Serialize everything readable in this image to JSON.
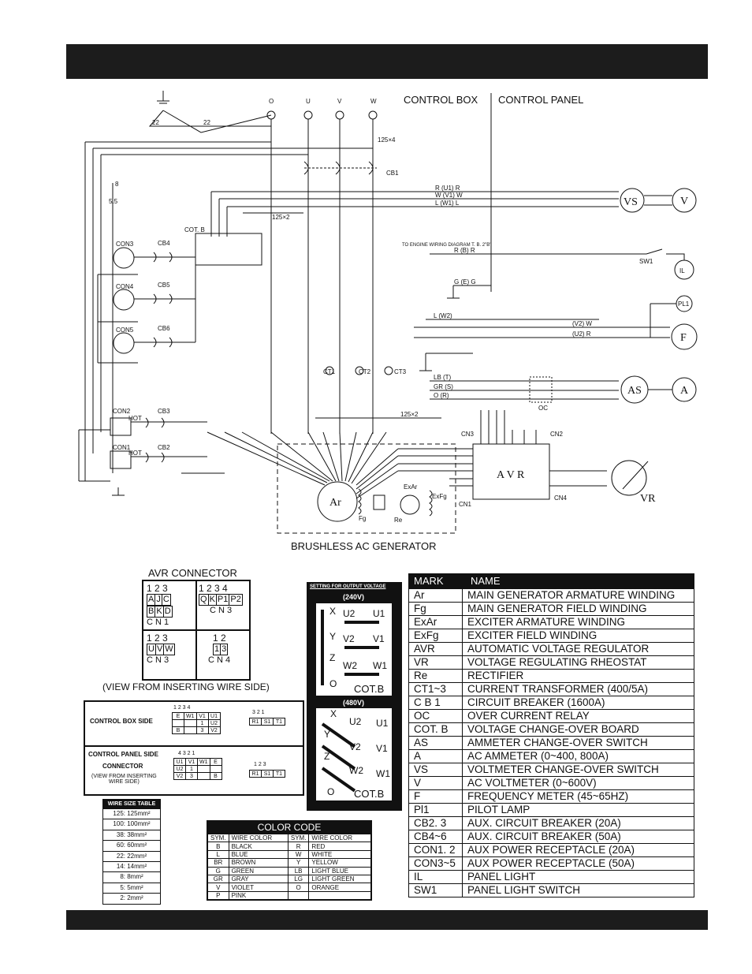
{
  "header": {},
  "diagram": {
    "labels": {
      "control_box": "CONTROL BOX",
      "control_panel": "CONTROL PANEL",
      "brushless": "BRUSHLESS AC GENERATOR",
      "terminal_o": "O",
      "terminal_u": "U",
      "terminal_v": "V",
      "terminal_w": "W",
      "w22a": "22",
      "w22b": "22",
      "w125x4": "125×4",
      "cb1": "CB1",
      "w8": "8",
      "w55": "5.5",
      "w125x2a": "125×2",
      "w125x2b": "125×2",
      "cotb": "COT. B",
      "vs": "VS",
      "v_meter": "V",
      "vr": "VR",
      "ar": "Ar",
      "avr": "A V R",
      "as": "AS",
      "a_meter": "A",
      "f_meter": "F",
      "pl1": "PL1",
      "il": "IL",
      "sw1": "SW1",
      "oc": "OC",
      "ct1": "CT1",
      "ct2": "CT2",
      "ct3": "CT3",
      "con1": "CON1",
      "con2": "CON2",
      "con3": "CON3",
      "con4": "CON4",
      "con5": "CON5",
      "cb2": "CB2",
      "cb3": "CB3",
      "cb4": "CB4",
      "cb5": "CB5",
      "cb6": "CB6",
      "cn1": "CN1",
      "cn2": "CN2",
      "cn3": "CN3",
      "cn4": "CN4",
      "fg": "Fg",
      "re": "Re",
      "exar": "ExAr",
      "exfg": "ExFg",
      "engine_note": "TO ENGINE\nWIRING\nDIAGRAM\nT. B. 2\"B\"",
      "hot1": "HOT",
      "hot2": "HOT",
      "ru1": "R (U1) R",
      "wv1": "W (V1) W",
      "lw1": "L (W1) L",
      "rb": "R (B) R",
      "ge": "G (E) G",
      "lw2": "L (W2)",
      "wv2": "(V2) W",
      "ru2": "(U2) R",
      "lbt": "LB (T)",
      "grs": "GR (S)",
      "or": "O (R)"
    }
  },
  "avr_connector": {
    "title": "AVR CONNECTOR",
    "cn1": {
      "nums": "1 2 3",
      "row1": [
        "A",
        "J",
        "C"
      ],
      "row2": [
        "B",
        "K",
        "D"
      ],
      "label": "C N 1"
    },
    "cn3a": {
      "nums": "1  2  3  4",
      "row1": [
        "Q",
        "K",
        "P1",
        "P2"
      ],
      "label": "C N 3"
    },
    "cn3b": {
      "nums": "1 2 3",
      "row1": [
        "U",
        "V",
        "W"
      ],
      "label": "C N 3"
    },
    "cn4": {
      "nums": "1 2",
      "row1": [
        "1",
        "3"
      ],
      "label": "C N 4"
    },
    "note": "(VIEW FROM INSERTING WIRE SIDE)"
  },
  "cb_cp": {
    "cb_title": "CONTROL BOX SIDE",
    "cp_title_1": "CONTROL PANEL SIDE",
    "cp_title_2": "CONNECTOR",
    "cp_note": "(VIEW FROM INSERTING\nWIRE SIDE)",
    "cb_nums_a": "1  2  3  4",
    "cb_nums_b": "3  2  1",
    "cp_nums_a": "4  3  2  1",
    "cp_nums_b": "1  2  3",
    "cb_grid": [
      [
        "E",
        "W1",
        "V1",
        "U1"
      ],
      [
        "",
        "",
        "1",
        "U2"
      ],
      [
        "B",
        "",
        "3",
        "V2"
      ]
    ],
    "cb_grid2": [
      "R1",
      "S1",
      "T1"
    ],
    "cp_grid": [
      [
        "U1",
        "V1",
        "W1",
        "E"
      ],
      [
        "U2",
        "1",
        "",
        ""
      ],
      [
        "V2",
        "3",
        "",
        "B"
      ]
    ],
    "cp_grid2": [
      "R1",
      "S1",
      "T1"
    ]
  },
  "voltage_setting": {
    "title": "SETTING FOR OUTPUT VOLTAGE",
    "v240": "(240V)",
    "v480": "(480V)",
    "cotb": "COT.B",
    "x": "X",
    "y": "Y",
    "z": "Z",
    "o": "O",
    "u2": "U2",
    "u1": "U1",
    "v2": "V2",
    "v1": "V1",
    "w2": "W2",
    "w1": "W1"
  },
  "wire_size": {
    "title": "WIRE SIZE TABLE",
    "rows": [
      "125:  125mm²",
      "100:  100mm²",
      "38:   38mm²",
      "60:   60mm²",
      "22:   22mm²",
      "14:   14mm²",
      "8:    8mm²",
      "5:    5mm²",
      "2:    2mm²"
    ]
  },
  "color_code": {
    "title": "COLOR CODE",
    "headers": [
      "SYM.",
      "WIRE COLOR",
      "SYM.",
      "WIRE COLOR"
    ],
    "rows": [
      [
        "B",
        "BLACK",
        "R",
        "RED"
      ],
      [
        "L",
        "BLUE",
        "W",
        "WHITE"
      ],
      [
        "BR",
        "BROWN",
        "Y",
        "YELLOW"
      ],
      [
        "G",
        "GREEN",
        "LB",
        "LIGHT BLUE"
      ],
      [
        "GR",
        "GRAY",
        "LG",
        "LIGHT GREEN"
      ],
      [
        "V",
        "VIOLET",
        "O",
        "ORANGE"
      ],
      [
        "P",
        "PINK",
        "",
        ""
      ]
    ]
  },
  "legend": {
    "headers": [
      "MARK",
      "NAME"
    ],
    "rows": [
      [
        "Ar",
        "MAIN GENERATOR ARMATURE WINDING"
      ],
      [
        "Fg",
        "MAIN GENERATOR FIELD WINDING"
      ],
      [
        "ExAr",
        "EXCITER ARMATURE WINDING"
      ],
      [
        "ExFg",
        "EXCITER FIELD WINDING"
      ],
      [
        "AVR",
        "AUTOMATIC VOLTAGE REGULATOR"
      ],
      [
        "VR",
        "VOLTAGE REGULATING RHEOSTAT"
      ],
      [
        "Re",
        "RECTIFIER"
      ],
      [
        "CT1~3",
        "CURRENT TRANSFORMER (400/5A)"
      ],
      [
        "C B 1",
        "CIRCUIT BREAKER (1600A)"
      ],
      [
        "OC",
        "OVER CURRENT RELAY"
      ],
      [
        "COT. B",
        "VOLTAGE CHANGE-OVER BOARD"
      ],
      [
        "AS",
        "AMMETER CHANGE-OVER SWITCH"
      ],
      [
        "A",
        "AC AMMETER (0~400, 800A)"
      ],
      [
        "VS",
        "VOLTMETER CHANGE-OVER SWITCH"
      ],
      [
        "V",
        "AC VOLTMETER (0~600V)"
      ],
      [
        "F",
        "FREQUENCY METER (45~65HZ)"
      ],
      [
        "Pl1",
        "PILOT LAMP"
      ],
      [
        "CB2. 3",
        "AUX. CIRCUIT BREAKER (20A)"
      ],
      [
        "CB4~6",
        "AUX. CIRCUIT BREAKER (50A)"
      ],
      [
        "CON1. 2",
        "AUX POWER RECEPTACLE (20A)"
      ],
      [
        "CON3~5",
        "AUX POWER RECEPTACLE (50A)"
      ],
      [
        "IL",
        "PANEL LIGHT"
      ],
      [
        "SW1",
        "PANEL LIGHT SWITCH"
      ]
    ]
  }
}
